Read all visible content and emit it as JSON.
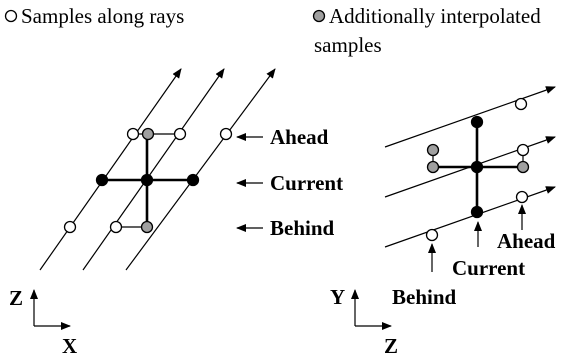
{
  "legend": {
    "samples_along_rays": "Samples along rays",
    "interpolated_line1": "Additionally interpolated",
    "interpolated_line2": "samples"
  },
  "left_panel": {
    "ahead": "Ahead",
    "current": "Current",
    "behind": "Behind",
    "axis_vertical": "Z",
    "axis_horizontal": "X"
  },
  "right_panel": {
    "ahead": "Ahead",
    "current": "Current",
    "behind": "Behind",
    "axis_vertical": "Y",
    "axis_horizontal": "Z"
  },
  "colors": {
    "line": "#000000",
    "open_sample": "#ffffff",
    "current_sample": "#000000",
    "interpolated_sample": "#a0a0a0"
  }
}
